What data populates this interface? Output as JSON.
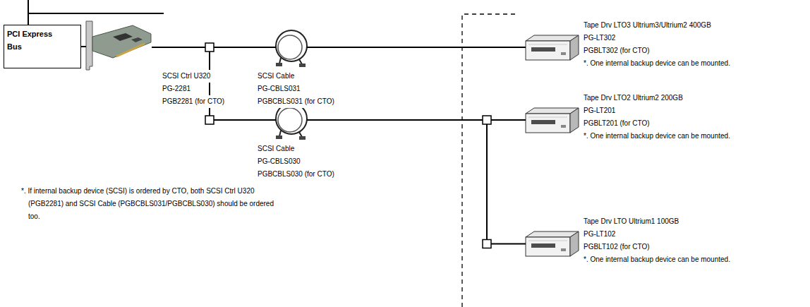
{
  "diagram": {
    "nodes": [
      {
        "text": [
          "PCI Express Bus"
        ]
      },
      {
        "text": [
          "SCSI Ctrl U320",
          "PG-2281",
          "PGB2281 (for CTO)"
        ]
      },
      {
        "text": [
          "SCSI Cable",
          "PG-CBLS031",
          "PGBCBLS031 (for CTO)"
        ]
      },
      {
        "text": [
          "SCSI Cable",
          "PG-CBLS030",
          "PGBCBLS030 (for CTO)"
        ]
      },
      {
        "text": [
          "Tape Drv LTO3 Ultrium3/Ultrium2 400GB",
          "PG-LT302",
          "PGBLT302 (for CTO)",
          "*. One internal backup device can be mounted."
        ]
      },
      {
        "text": [
          "Tape Drv LTO2 Ultrium2 200GB",
          "PG-LT201",
          "PGBLT201 (for CTO)",
          "*. One internal backup device can be mounted."
        ]
      },
      {
        "text": [
          "Tape Drv LTO Ultrium1 100GB",
          "PG-LT102",
          "PGBLT102 (for CTO)",
          "*. One internal backup device can be mounted."
        ]
      }
    ],
    "edges": [
      {
        "from": 0,
        "to": 1,
        "arrow": "none"
      },
      {
        "from": 1,
        "to": 2,
        "arrow": "none"
      },
      {
        "from": 1,
        "to": 3,
        "arrow": "none"
      },
      {
        "from": 2,
        "to": 4,
        "arrow": "none"
      },
      {
        "from": 3,
        "to": 5,
        "arrow": "none"
      },
      {
        "from": 3,
        "to": 6,
        "arrow": "none"
      }
    ],
    "labels": [
      "*. If internal backup device (SCSI) is ordered by CTO, both SCSI Ctrl U320 (PGB2281) and SCSI Cable (PGBCBLS031/PGBCBLS030) should be ordered too."
    ]
  }
}
